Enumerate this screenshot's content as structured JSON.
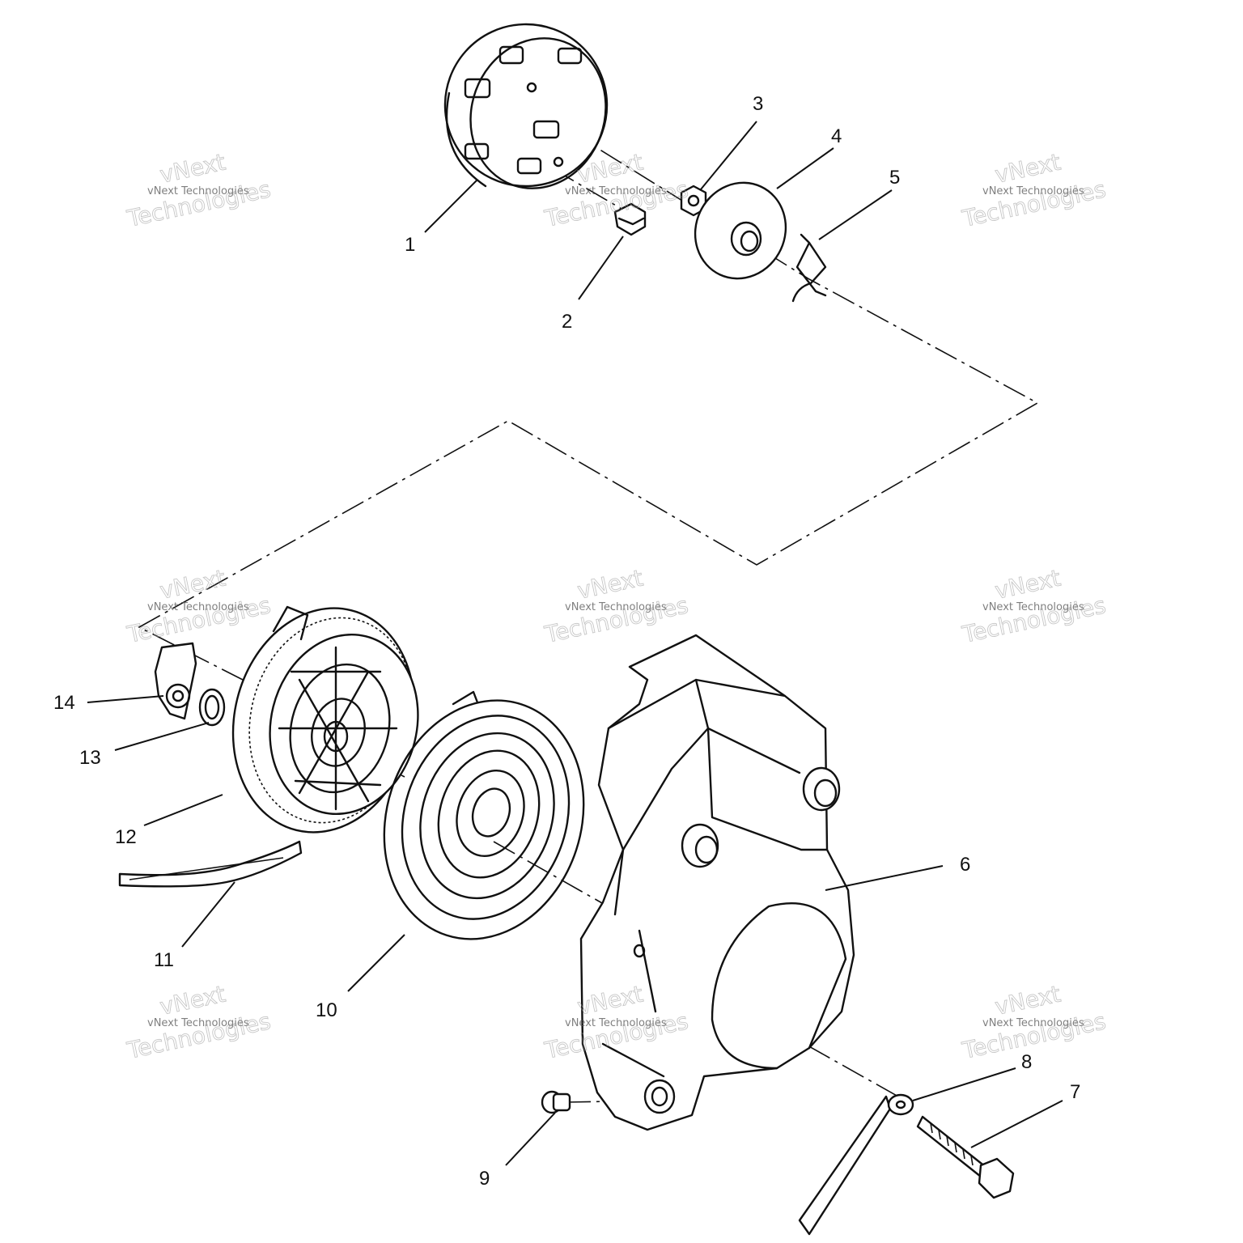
{
  "watermark": {
    "line1": "vNext",
    "line2": "vNext Technologies",
    "line3": "Technologies"
  },
  "callouts": {
    "c1": "1",
    "c2": "2",
    "c3": "3",
    "c4": "4",
    "c5": "5",
    "c6": "6",
    "c7": "7",
    "c8": "8",
    "c9": "9",
    "c10": "10",
    "c11": "11",
    "c12": "12",
    "c13": "13",
    "c14": "14"
  }
}
